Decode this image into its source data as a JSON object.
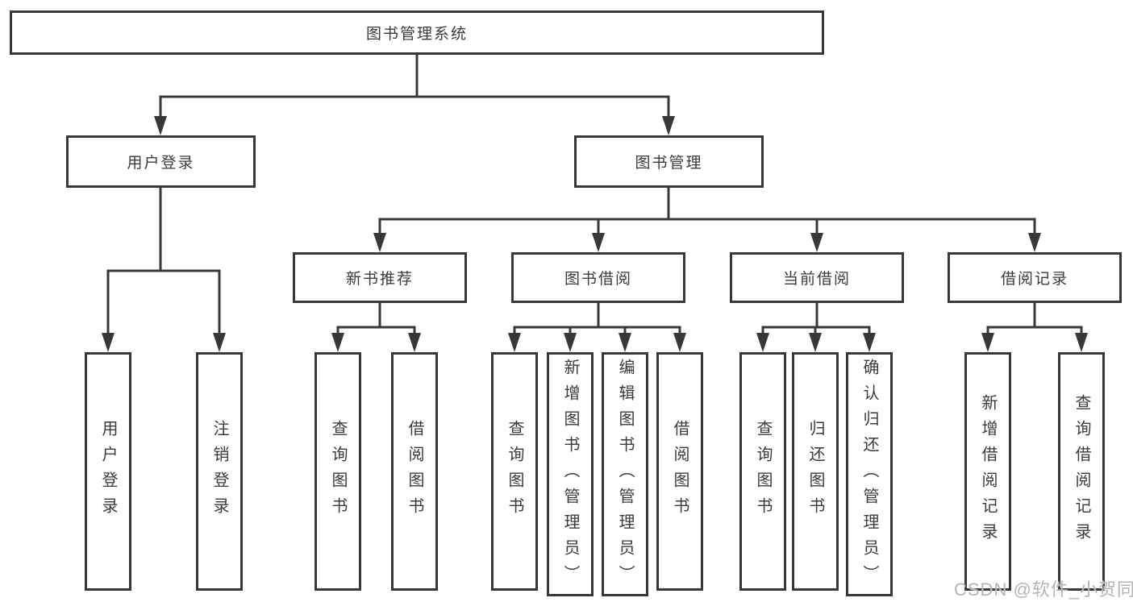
{
  "tree": {
    "root": {
      "label": "图书管理系统",
      "children": [
        {
          "label": "用户登录",
          "children": [
            {
              "label": "用户登录"
            },
            {
              "label": "注销登录"
            }
          ]
        },
        {
          "label": "图书管理",
          "children": [
            {
              "label": "新书推荐",
              "children": [
                {
                  "label": "查询图书"
                },
                {
                  "label": "借阅图书"
                }
              ]
            },
            {
              "label": "图书借阅",
              "children": [
                {
                  "label": "查询图书"
                },
                {
                  "label": "新增图书（管理员）"
                },
                {
                  "label": "编辑图书（管理员）"
                },
                {
                  "label": "借阅图书"
                }
              ]
            },
            {
              "label": "当前借阅",
              "children": [
                {
                  "label": "查询图书"
                },
                {
                  "label": "归还图书"
                },
                {
                  "label": "确认归还（管理员）"
                }
              ]
            },
            {
              "label": "借阅记录",
              "children": [
                {
                  "label": "新增借阅记录"
                },
                {
                  "label": "查询借阅记录"
                }
              ]
            }
          ]
        }
      ]
    }
  },
  "watermark": {
    "text": "CSDN @软件_小贺同学"
  },
  "colors": {
    "line": "#383838",
    "box_border": "#383838",
    "text": "#3b3b3b",
    "watermark": "#b4b4b4",
    "background": "#ffffff"
  }
}
